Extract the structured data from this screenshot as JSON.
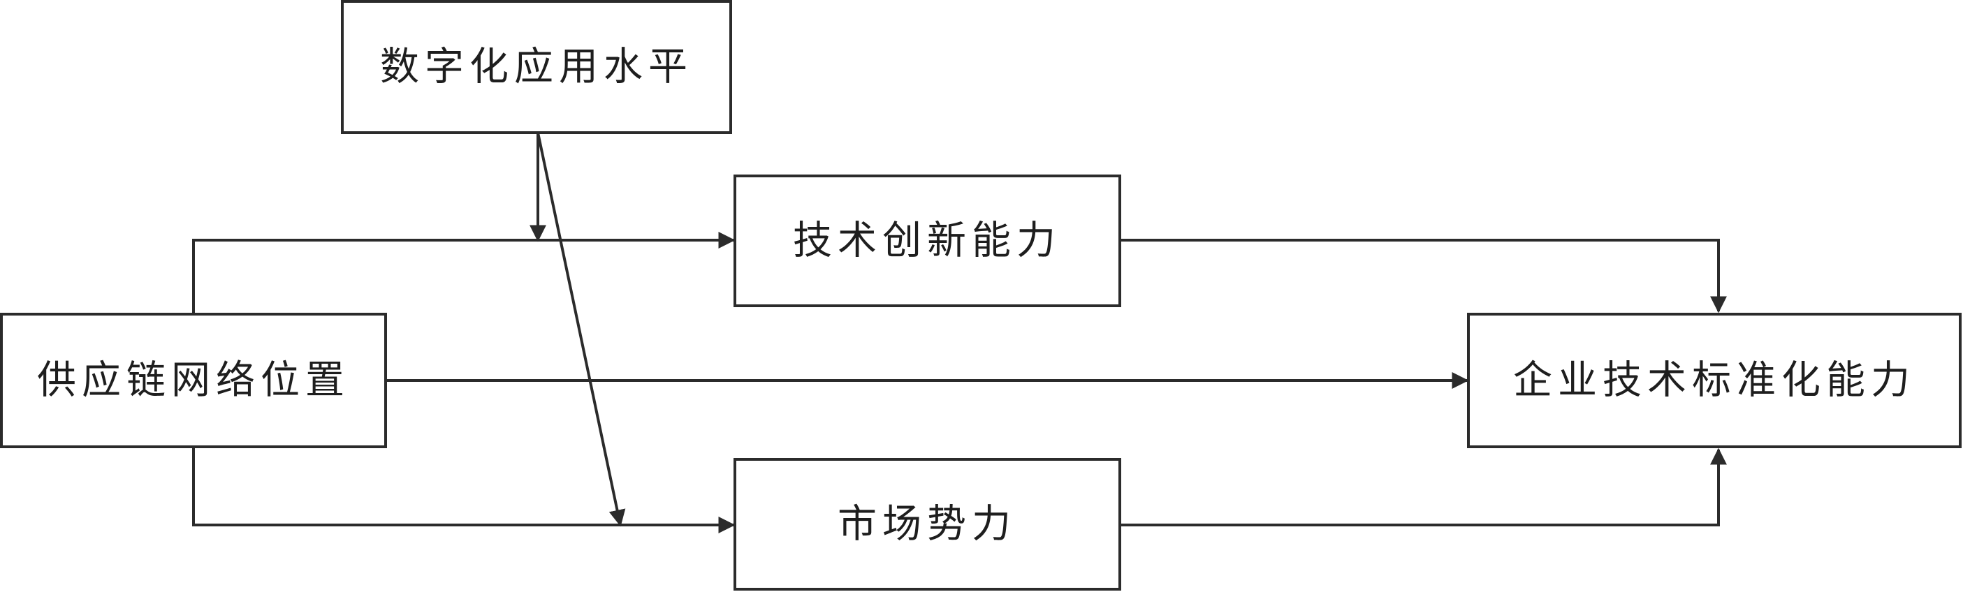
{
  "diagram": {
    "nodes": {
      "digital": "数字化应用水平",
      "innovation": "技术创新能力",
      "supply_chain": "供应链网络位置",
      "market": "市场势力",
      "standardization": "企业技术标准化能力"
    }
  }
}
